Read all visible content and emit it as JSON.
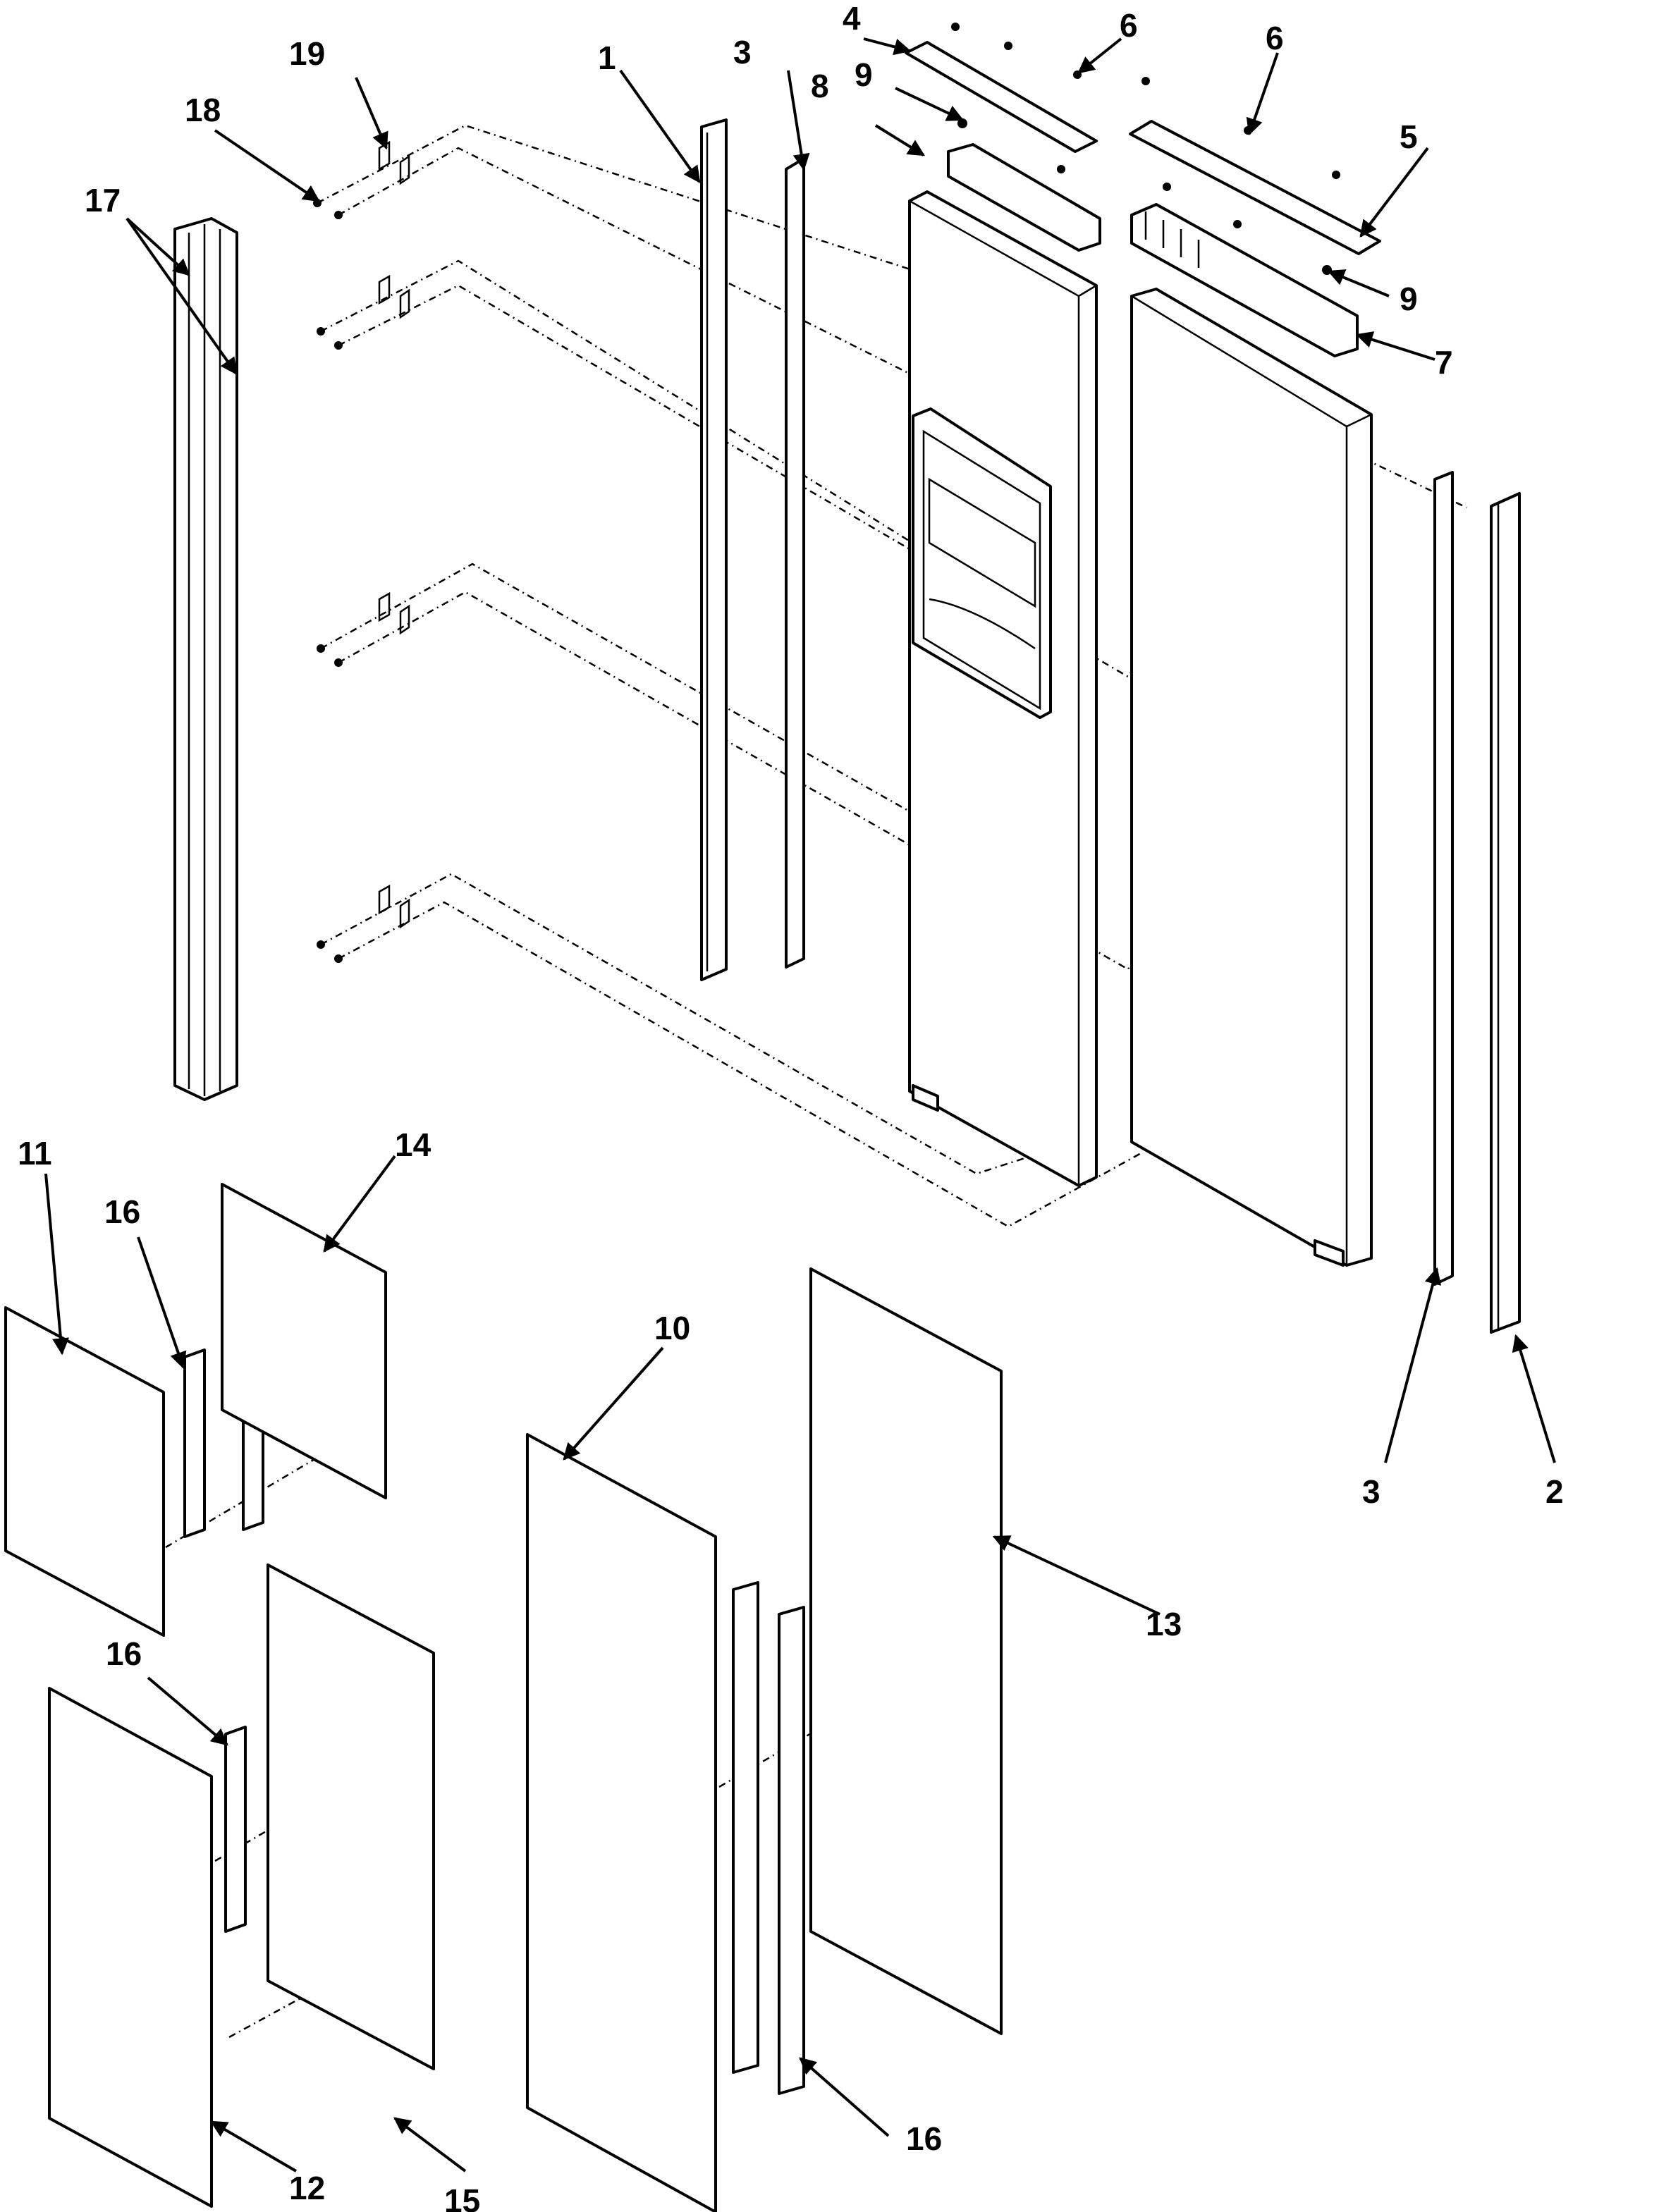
{
  "diagram": {
    "callouts": [
      "1",
      "2",
      "3",
      "3",
      "4",
      "5",
      "6",
      "6",
      "7",
      "8",
      "9",
      "9",
      "10",
      "11",
      "12",
      "13",
      "14",
      "15",
      "16",
      "16",
      "16",
      "17",
      "18",
      "19"
    ]
  }
}
